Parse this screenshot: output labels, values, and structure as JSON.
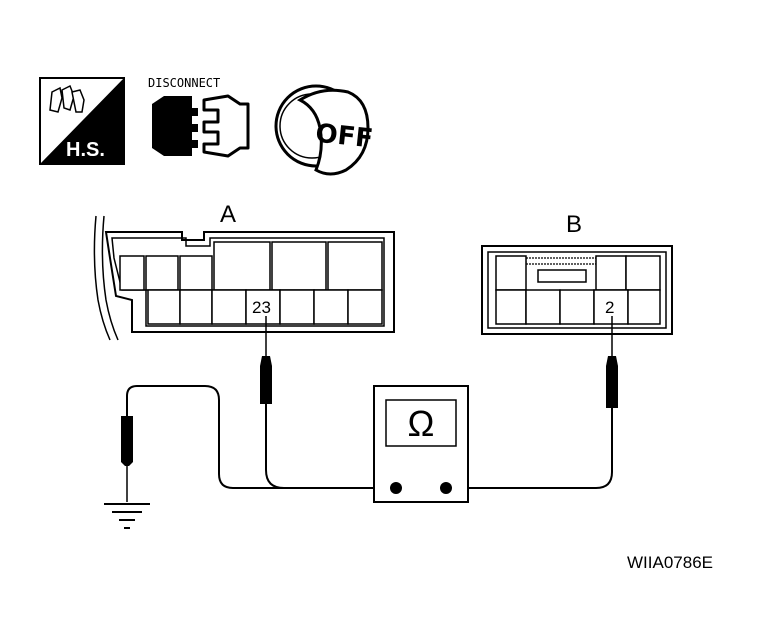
{
  "icons": {
    "hs_label": "H.S.",
    "disconnect_label": "DISCONNECT",
    "ignition_label": "OFF"
  },
  "connectors": {
    "a_label": "A",
    "a_pin": "23",
    "b_label": "B",
    "b_pin": "2"
  },
  "meter": {
    "symbol": "Ω"
  },
  "figure_code": "WIIA0786E"
}
